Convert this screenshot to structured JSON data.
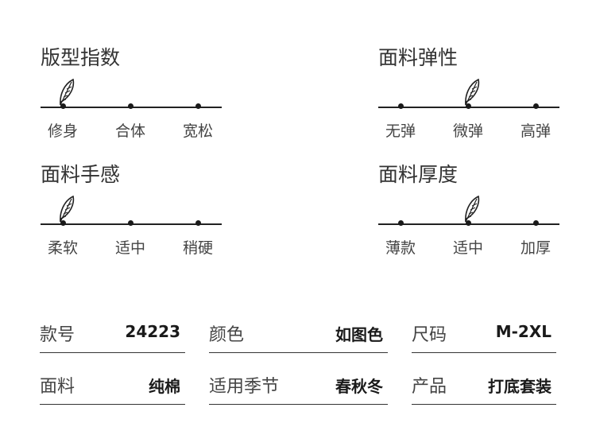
{
  "scales": [
    {
      "title": "版型指数",
      "labels": [
        "修身",
        "合体",
        "宽松"
      ],
      "selected": 0
    },
    {
      "title": "面料弹性",
      "labels": [
        "无弹",
        "微弹",
        "高弹"
      ],
      "selected": 1
    },
    {
      "title": "面料手感",
      "labels": [
        "柔软",
        "适中",
        "稍硬"
      ],
      "selected": 0
    },
    {
      "title": "面料厚度",
      "labels": [
        "薄款",
        "适中",
        "加厚"
      ],
      "selected": 1
    }
  ],
  "specs": [
    {
      "key": "款号",
      "value": "24223"
    },
    {
      "key": "颜色",
      "value": "如图色"
    },
    {
      "key": "尺码",
      "value": "M-2XL"
    },
    {
      "key": "面料",
      "value": "纯棉"
    },
    {
      "key": "适用季节",
      "value": "春秋冬"
    },
    {
      "key": "产品",
      "value": "打底套装"
    }
  ]
}
